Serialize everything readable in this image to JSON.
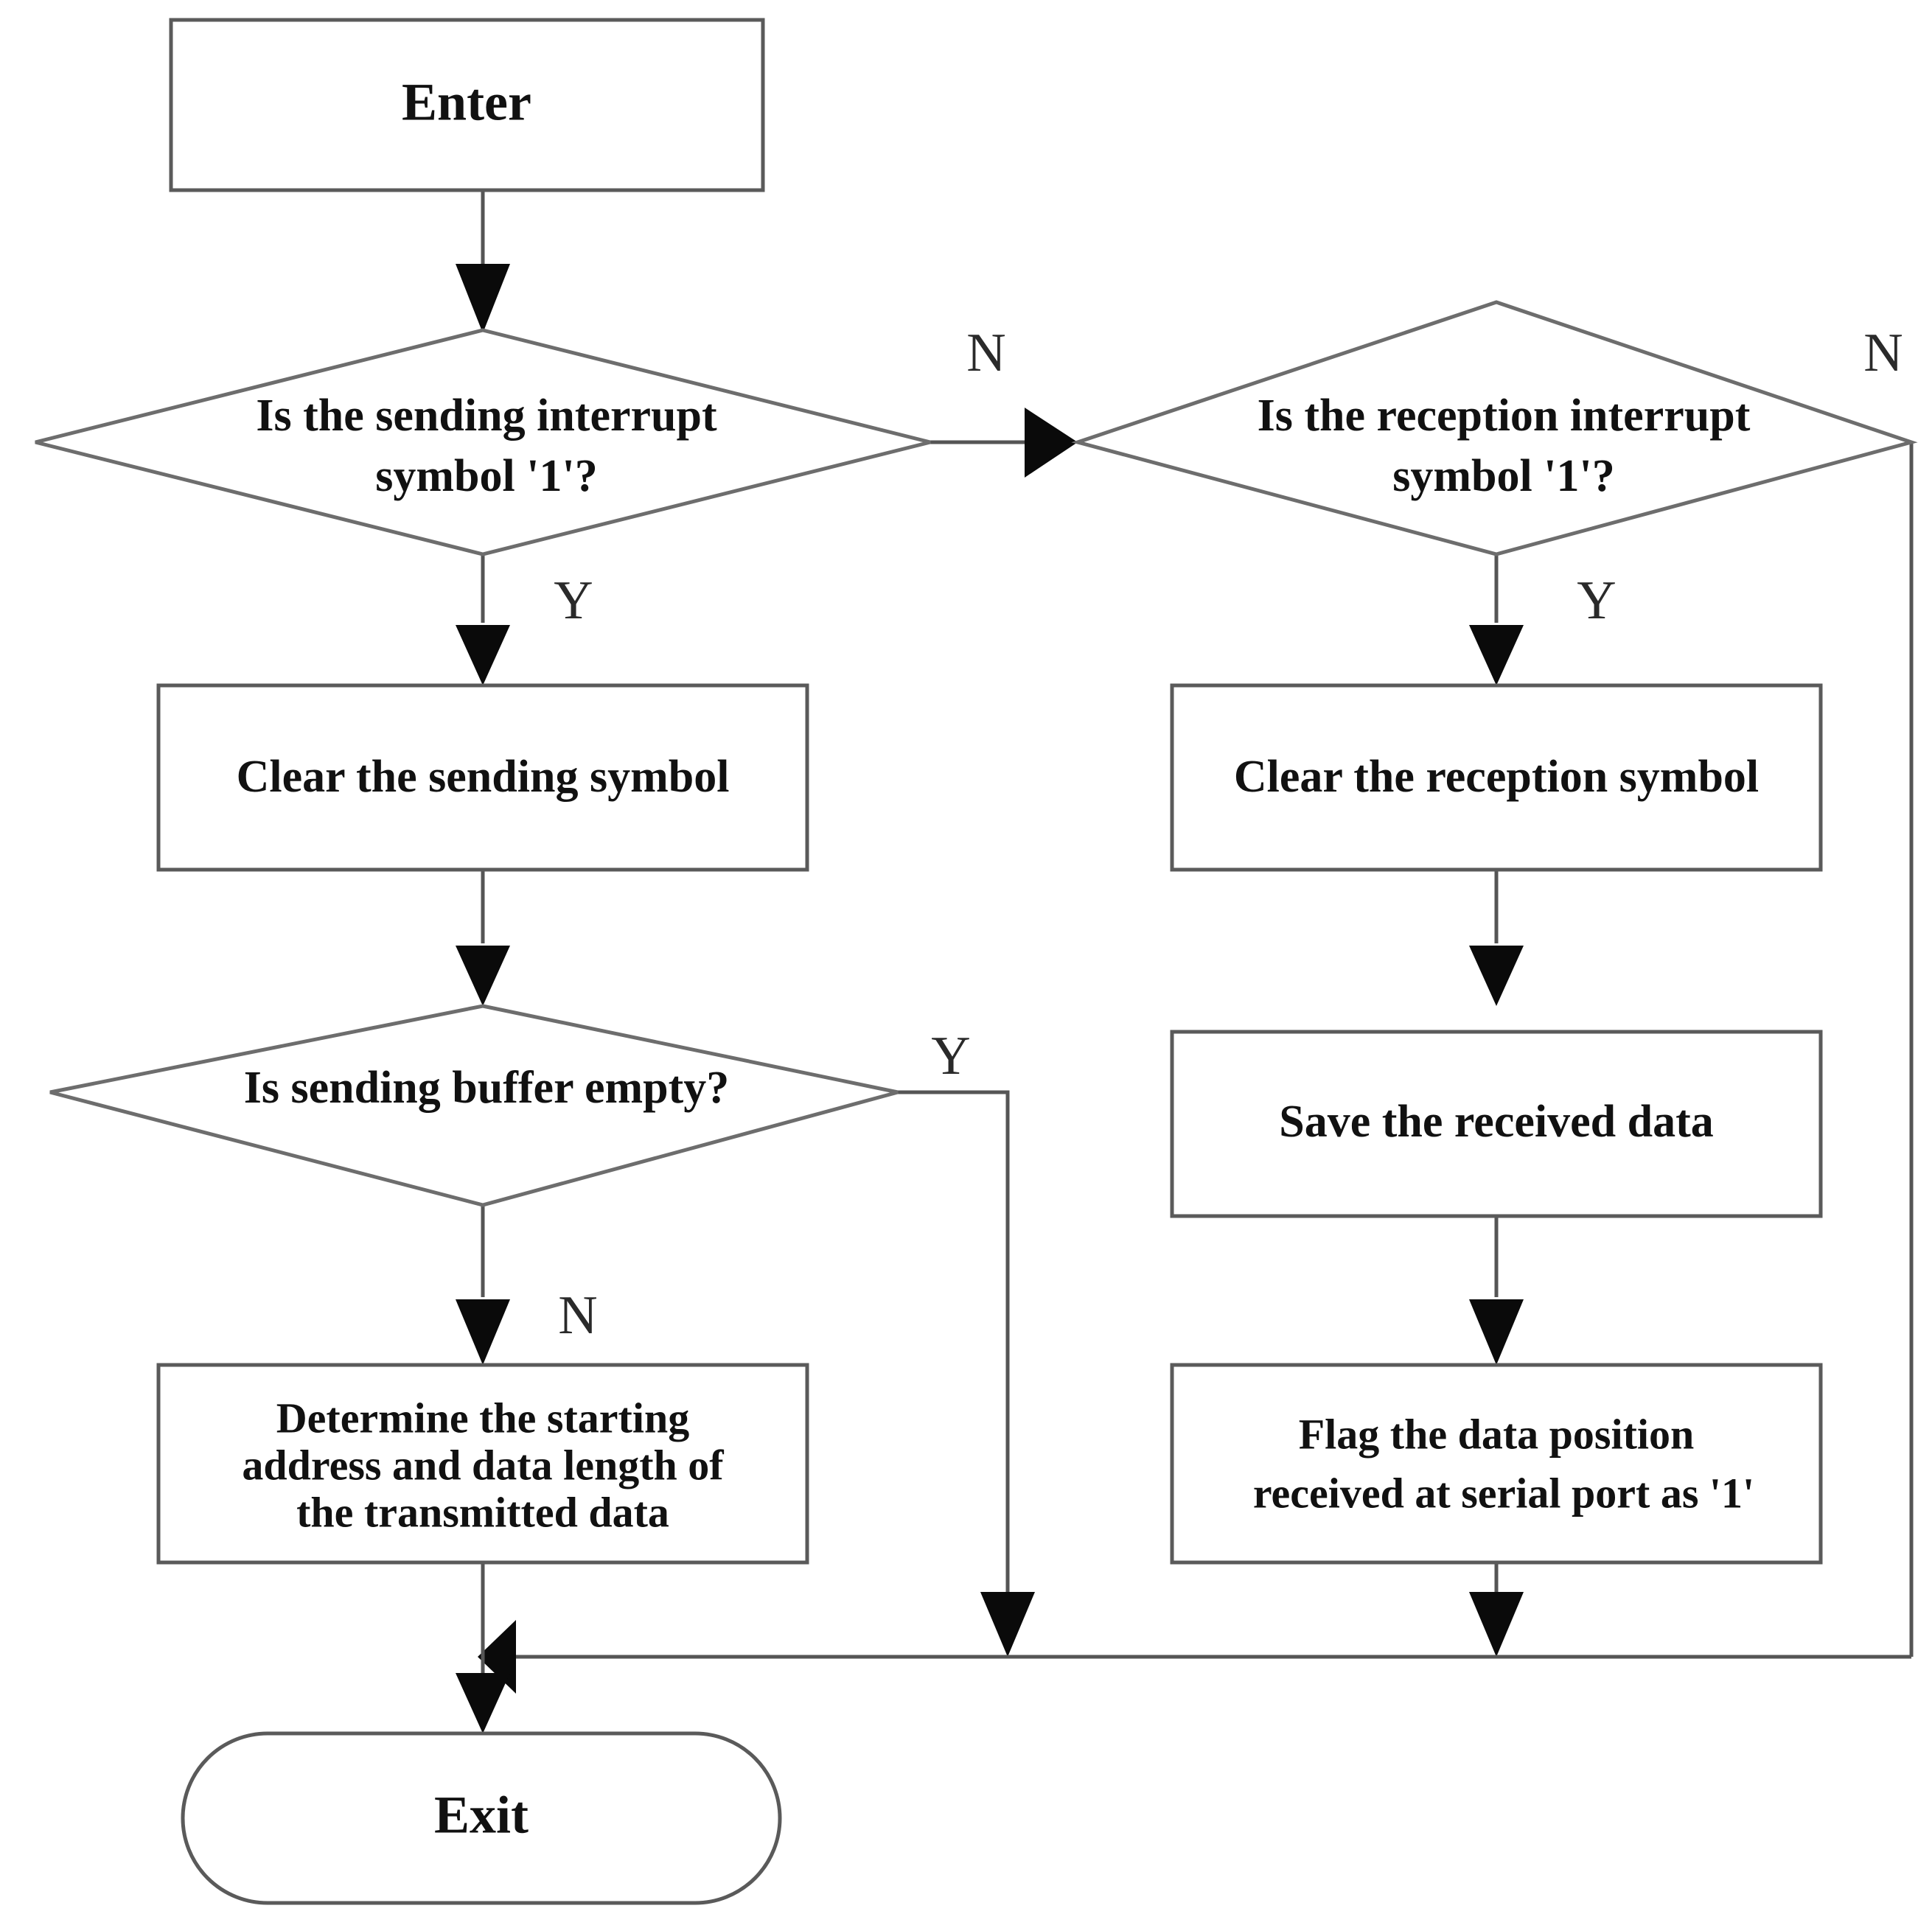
{
  "diagram": {
    "type": "flowchart",
    "title_visible": false,
    "colors": {
      "background": "#ffffff",
      "shape_stroke": "#6d6d6d",
      "connector_stroke": "#555555",
      "text": "#111111",
      "arrow_fill": "#0a0a0a"
    },
    "nodes": [
      {
        "id": "enter",
        "shape": "rectangle",
        "label": "Enter"
      },
      {
        "id": "dec_send",
        "shape": "diamond",
        "label_line1": "Is the sending interrupt",
        "label_line2": "symbol '1'?"
      },
      {
        "id": "dec_recv",
        "shape": "diamond",
        "label_line1": "Is the reception interrupt",
        "label_line2": "symbol '1'?"
      },
      {
        "id": "clear_send",
        "shape": "rectangle",
        "label": "Clear the sending symbol"
      },
      {
        "id": "clear_recv",
        "shape": "rectangle",
        "label": "Clear the reception symbol"
      },
      {
        "id": "dec_buffer",
        "shape": "diamond",
        "label": "Is sending buffer empty?"
      },
      {
        "id": "save_data",
        "shape": "rectangle",
        "label": "Save the received data"
      },
      {
        "id": "determine",
        "shape": "rectangle",
        "label_line1": "Determine the starting",
        "label_line2": "address and data length of",
        "label_line3": "the transmitted data"
      },
      {
        "id": "flag_data",
        "shape": "rectangle",
        "label_line1": "Flag the data position",
        "label_line2": "received at serial port as '1'"
      },
      {
        "id": "exit",
        "shape": "stadium",
        "label": "Exit"
      }
    ],
    "branch_labels": {
      "send_no": "N",
      "send_yes": "Y",
      "recv_no": "N",
      "recv_yes": "Y",
      "buffer_yes": "Y",
      "buffer_no": "N"
    },
    "edges": [
      {
        "from": "enter",
        "to": "dec_send",
        "label": ""
      },
      {
        "from": "dec_send",
        "to": "dec_recv",
        "label": "N"
      },
      {
        "from": "dec_send",
        "to": "clear_send",
        "label": "Y"
      },
      {
        "from": "dec_recv",
        "to": "clear_recv",
        "label": "Y"
      },
      {
        "from": "dec_recv",
        "to": "merge",
        "label": "N"
      },
      {
        "from": "clear_send",
        "to": "dec_buffer",
        "label": ""
      },
      {
        "from": "clear_recv",
        "to": "save_data",
        "label": ""
      },
      {
        "from": "dec_buffer",
        "to": "merge",
        "label": "Y"
      },
      {
        "from": "dec_buffer",
        "to": "determine",
        "label": "N"
      },
      {
        "from": "save_data",
        "to": "flag_data",
        "label": ""
      },
      {
        "from": "flag_data",
        "to": "merge",
        "label": ""
      },
      {
        "from": "determine",
        "to": "exit",
        "label": ""
      }
    ]
  }
}
